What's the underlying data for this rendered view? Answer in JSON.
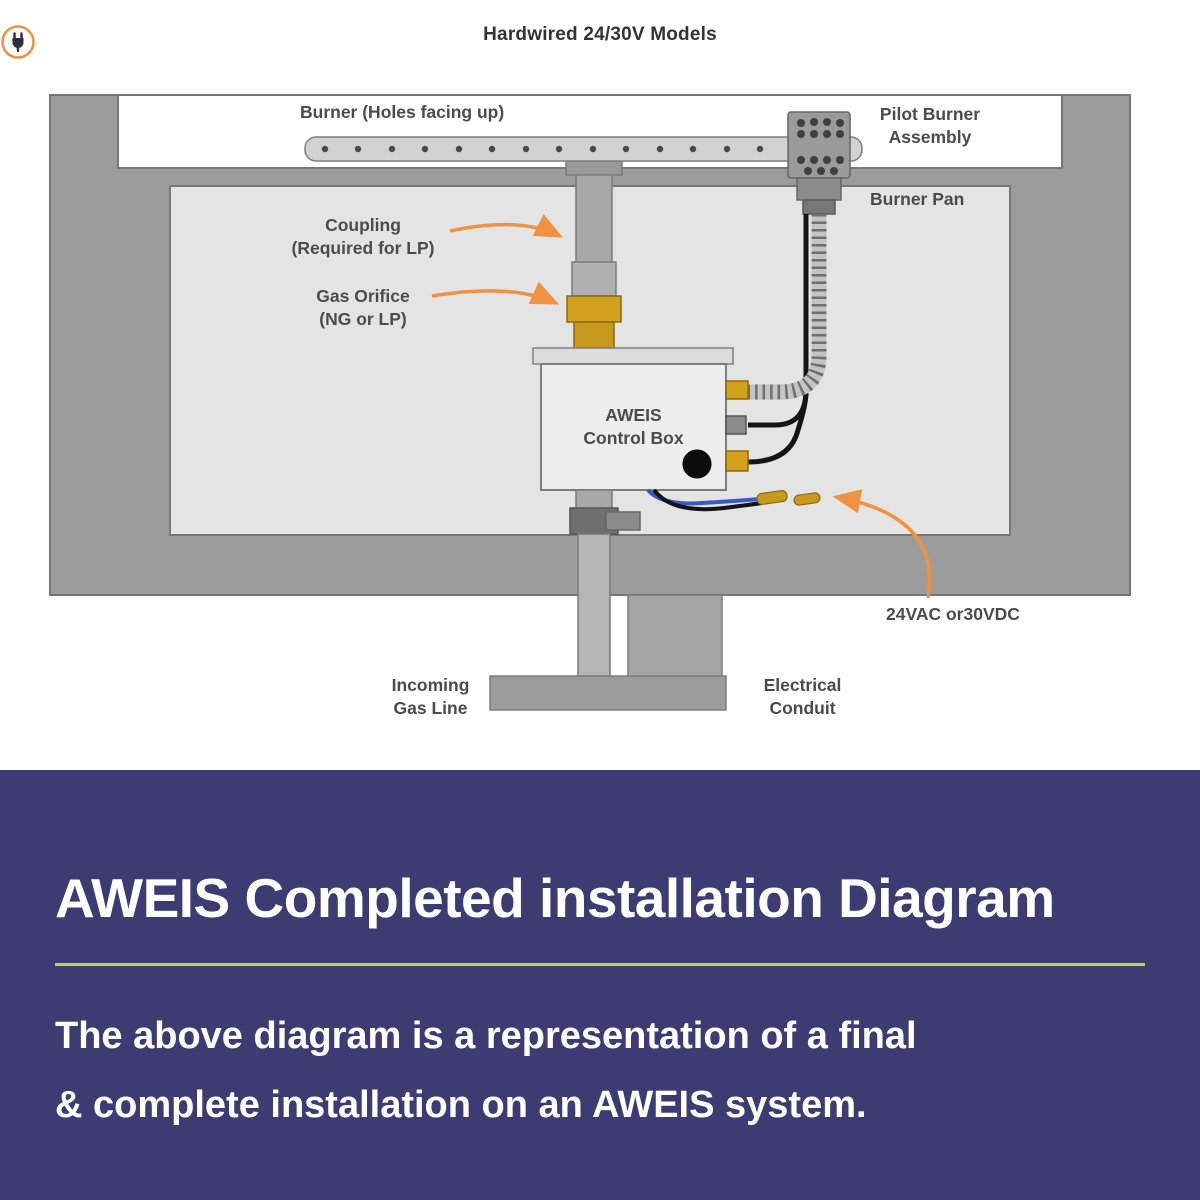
{
  "header": {
    "title": "Hardwired 24/30V Models"
  },
  "diagram": {
    "labels": {
      "burner": "Burner (Holes facing up)",
      "pilot_burner_1": "Pilot Burner",
      "pilot_burner_2": "Assembly",
      "burner_pan": "Burner Pan",
      "coupling_1": "Coupling",
      "coupling_2": "(Required for LP)",
      "gas_orifice_1": "Gas Orifice",
      "gas_orifice_2": "(NG or LP)",
      "control_box_1": "AWEIS",
      "control_box_2": "Control Box",
      "voltage": "24VAC or30VDC",
      "incoming_gas_1": "Incoming",
      "incoming_gas_2": "Gas Line",
      "electrical_conduit_1": "Electrical",
      "electrical_conduit_2": "Conduit"
    }
  },
  "footer": {
    "title": "AWEIS Completed installation Diagram",
    "body_1": "The above diagram is a representation of a final",
    "body_2": "& complete installation on an AWEIS system."
  },
  "colors": {
    "accent_orange": "#F09241",
    "brass": "#D4A11E",
    "wire_blue": "#3A57C4",
    "footer_bg": "#3E3B72",
    "divider": "#C8D14B"
  }
}
